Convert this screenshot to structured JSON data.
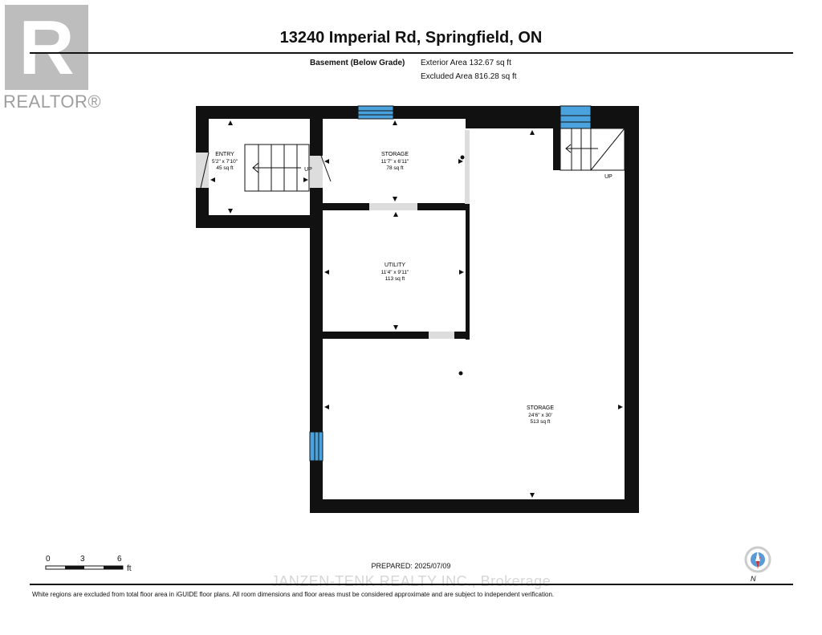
{
  "branding": {
    "logo_text": "REALTOR®",
    "logo_letter": "R"
  },
  "title": "13240 Imperial Rd, Springfield, ON",
  "floor": {
    "label": "Basement (Below Grade)",
    "exterior_area": "Exterior Area 132.67 sq ft",
    "excluded_area": "Excluded Area 816.28 sq ft"
  },
  "rooms": [
    {
      "name": "ENTRY",
      "dims": "5'2\" x 7'10\"",
      "area": "45 sq ft"
    },
    {
      "name": "STORAGE",
      "dims": "11'7\" x 6'11\"",
      "area": "78 sq ft"
    },
    {
      "name": "UTILITY",
      "dims": "11'4\" x 9'11\"",
      "area": "113 sq ft"
    },
    {
      "name": "STORAGE",
      "dims": "24'6\" x 30'",
      "area": "513 sq ft"
    }
  ],
  "stairs": {
    "up_label_1": "UP",
    "up_label_2": "UP"
  },
  "scale": {
    "tick_0": "0",
    "tick_3": "3",
    "tick_6": "6",
    "unit": "ft"
  },
  "prepared": "PREPARED: 2025/07/09",
  "compass": {
    "north": "N"
  },
  "watermark": "JANZEN-TENK REALTY INC., Brokerage",
  "disclaimer": "White regions are excluded from total floor area in iGUIDE floor plans. All room dimensions and floor areas must be considered approximate and are subject to independent verification.",
  "colors": {
    "wall": "#111111",
    "window": "#4aa3df",
    "logo": "#bdbdbd",
    "compass_needle": "#e0322b"
  }
}
